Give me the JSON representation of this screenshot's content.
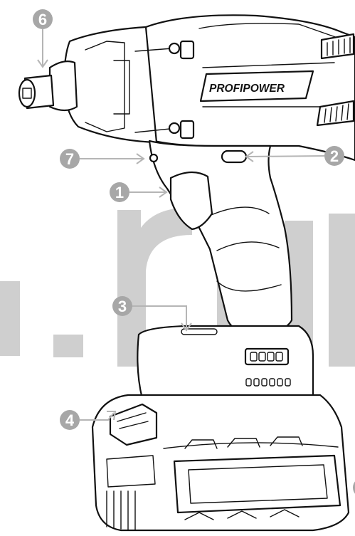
{
  "brand": {
    "logo_text": "PROFIPOWER"
  },
  "callouts": [
    {
      "id": "1",
      "label": "1"
    },
    {
      "id": "2",
      "label": "2"
    },
    {
      "id": "3",
      "label": "3"
    },
    {
      "id": "4",
      "label": "4"
    },
    {
      "id": "6",
      "label": "6"
    },
    {
      "id": "7",
      "label": "7"
    }
  ],
  "watermark": {
    "text": ".ru"
  },
  "colors": {
    "line": "#111111",
    "callout": "#a7a7a7",
    "watermark": "#cfcfcf"
  }
}
